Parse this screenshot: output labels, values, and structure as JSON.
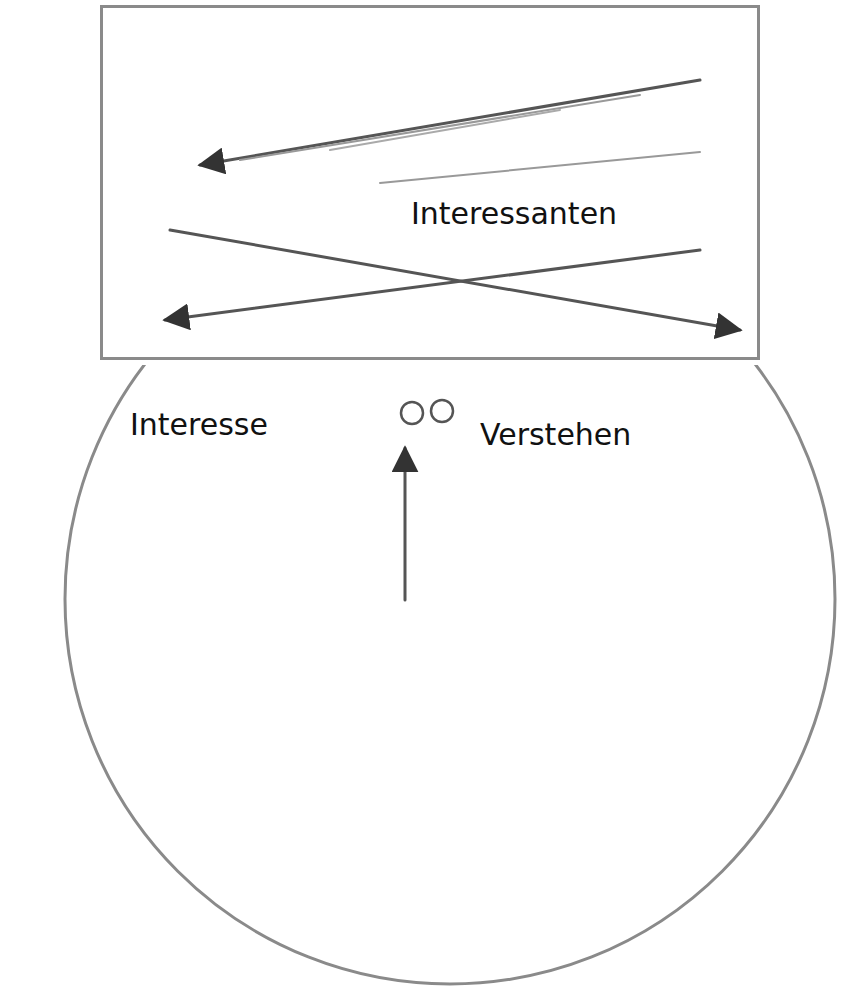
{
  "diagram": {
    "nodes": [
      {
        "text": [
          "Interessanten"
        ]
      },
      {
        "text": [
          "Interesse",
          "Verstehen"
        ]
      }
    ]
  }
}
